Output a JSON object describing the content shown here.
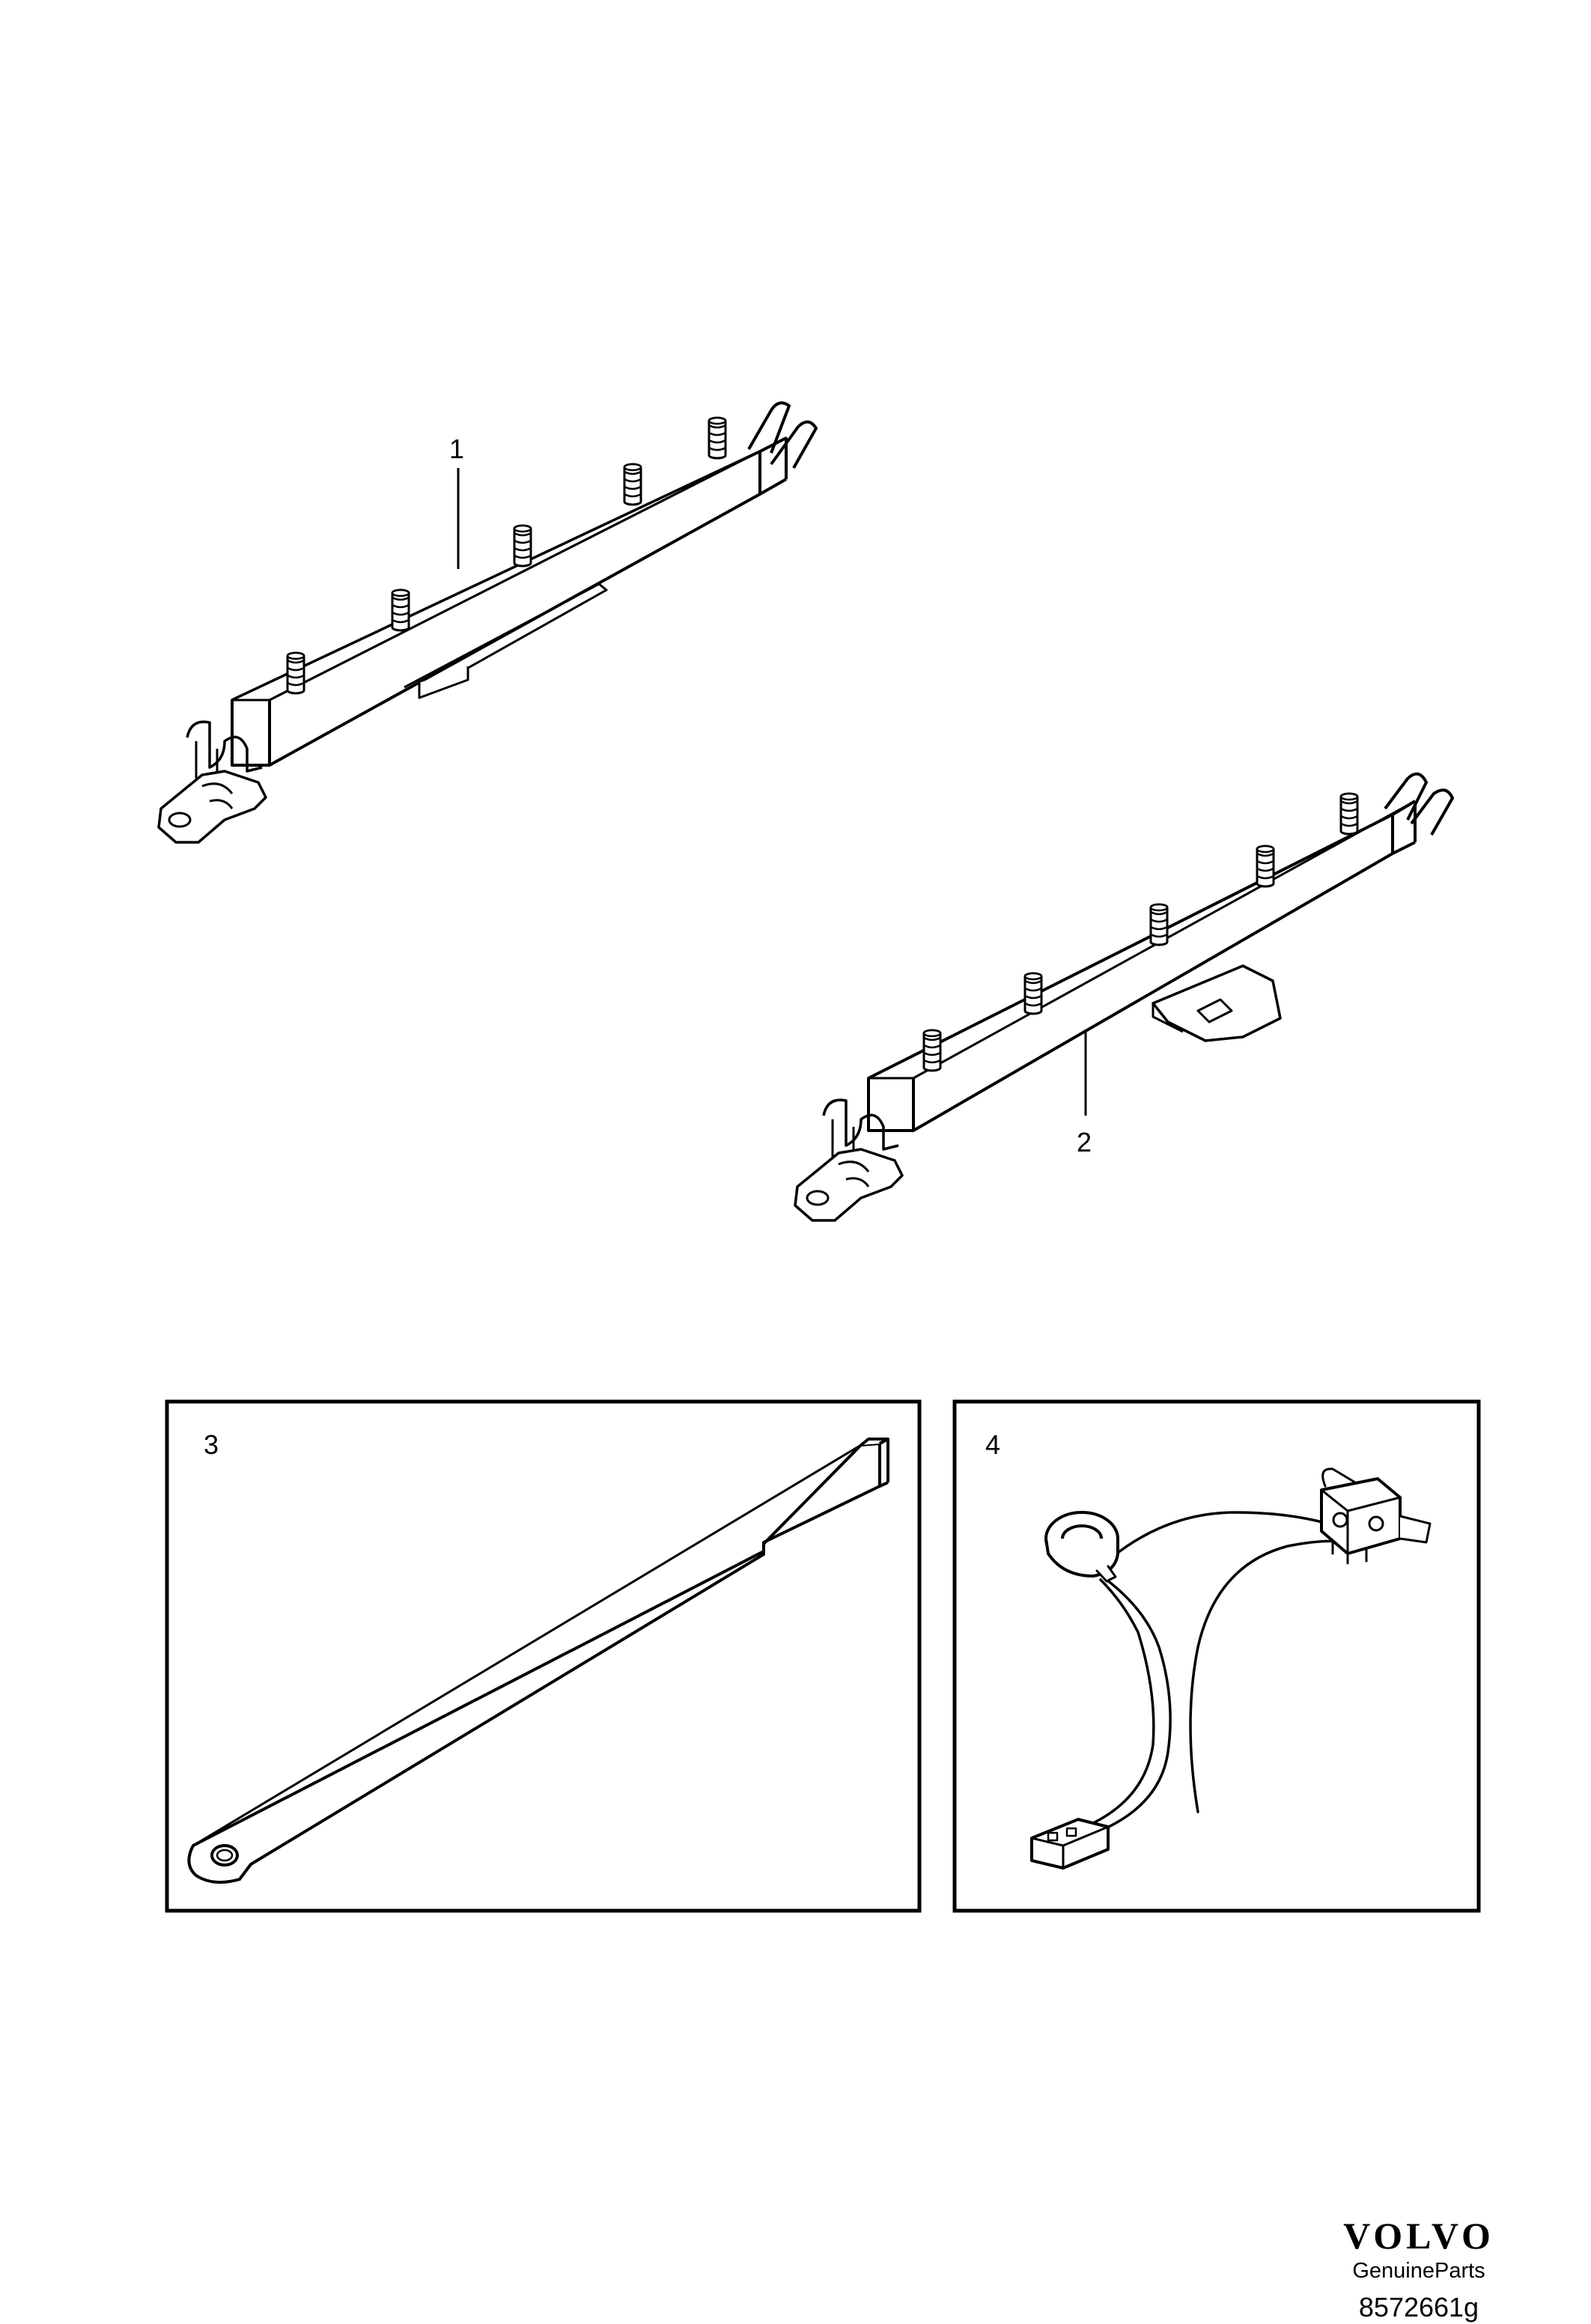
{
  "callouts": {
    "part1": "1",
    "part2": "2",
    "part3": "3",
    "part4": "4"
  },
  "brand": {
    "logo": "VOLVO",
    "subtitle": "GenuineParts",
    "drawing_number": "8572661g"
  },
  "colors": {
    "line": "#000000",
    "background": "#ffffff"
  }
}
